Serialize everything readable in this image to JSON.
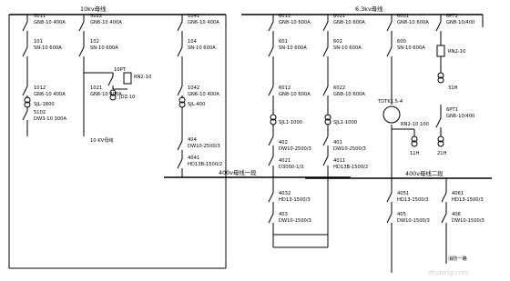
{
  "buses": {
    "hv_10kv": "10kv母线",
    "mv_6kv": "6.3kv母线",
    "lv_1": "400v母线一段",
    "lv_2": "400v母线二段"
  },
  "feeders": [
    {
      "id": "f1",
      "labels": [
        "5011",
        "GN8-10 400A",
        "101",
        "SN-10 600A",
        "1012",
        "GN6-10 400A",
        "SJL-1800",
        "5102",
        "DW3-10 300A"
      ]
    },
    {
      "id": "f2",
      "labels": [
        "5022",
        "GN6-10 400A",
        "102",
        "SN-10 600A",
        "1021",
        "GN6-10 400A",
        "10PT",
        "RN2-10",
        "JDZ-10",
        "10 KV母线"
      ]
    },
    {
      "id": "f3",
      "labels": [
        "1041",
        "GN6-10 400A",
        "104",
        "SN-10 600A",
        "1042",
        "GN6-10 400A",
        "SJL-400",
        "404",
        "DW10-2500/3",
        "4041",
        "HD13B-1500/2"
      ]
    },
    {
      "id": "f4",
      "labels": [
        "6011",
        "GN8-10 600A",
        "601",
        "SN-10 600A",
        "6012",
        "GN8-10 600A",
        "SJL1-1000",
        "402",
        "DW10-2500/3",
        "4021",
        "D3000-1/3",
        "4032",
        "HD13-1500/3",
        "403",
        "DW10-1500/3"
      ]
    },
    {
      "id": "f5",
      "labels": [
        "6021",
        "GN8-10 600A",
        "602",
        "SN-10 600A",
        "6022",
        "GN8-10 600A",
        "SJL1-1000",
        "401",
        "DW10-2500/3",
        "4011",
        "HD13B-1500/2"
      ]
    },
    {
      "id": "f6",
      "labels": [
        "6001",
        "GN8-10 600A",
        "600",
        "SN-10 600A",
        "TDTK1.5-4",
        "RN2-10 100",
        "11H",
        "4051",
        "HD13-1500/3",
        "405",
        "DW10-1500/3"
      ]
    },
    {
      "id": "f7",
      "labels": [
        "6PT2",
        "GN8-10/400",
        "RN2-10",
        "31H",
        "6PT1",
        "GN6-10/400",
        "21H",
        "4061",
        "HD13-1500/3",
        "406",
        "DW10-1500/3",
        "消防一路"
      ]
    }
  ],
  "watermark": "zhulong.com"
}
